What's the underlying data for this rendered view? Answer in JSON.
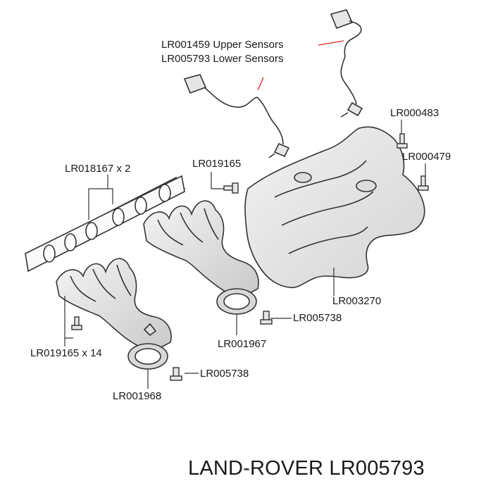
{
  "labels": {
    "upper_sensors": "LR001459 Upper Sensors",
    "lower_sensors": "LR005793 Lower Sensors",
    "bolt_top_right": "LR000483",
    "stud_right": "LR000479",
    "gasket": "LR018167 x 2",
    "bolt_upper": "LR019165",
    "heat_shield": "LR003270",
    "nut_upper": "LR005738",
    "manifold_right": "LR001967",
    "stud_lower": "LR019165 x 14",
    "nut_lower": "LR005738",
    "manifold_left": "LR001968"
  },
  "footer": {
    "brand_part": "LAND-ROVER LR005793"
  }
}
